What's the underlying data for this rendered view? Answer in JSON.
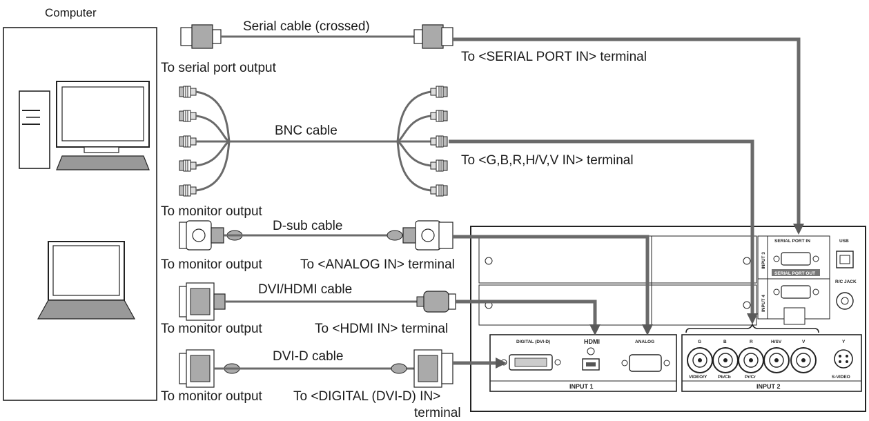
{
  "computer": {
    "title": "Computer"
  },
  "cables": {
    "serial": {
      "name": "Serial cable (crossed)",
      "source": "To serial port output",
      "target": "To <SERIAL PORT IN> terminal"
    },
    "bnc": {
      "name": "BNC cable",
      "source": "To monitor output",
      "target": "To <G,B,R,H/V,V IN> terminal"
    },
    "dsub": {
      "name": "D-sub cable",
      "source": "To monitor output",
      "target": "To <ANALOG IN> terminal"
    },
    "dvihdmi": {
      "name": "DVI/HDMI cable",
      "source": "To monitor output",
      "target": "To <HDMI IN> terminal"
    },
    "dvid": {
      "name": "DVI-D cable",
      "source": "To monitor output",
      "target_line1": "To <DIGITAL (DVI-D) IN>",
      "target_line2": "terminal"
    }
  },
  "panel": {
    "input1": {
      "label": "INPUT 1",
      "digital": "DIGITAL (DVI-D)",
      "hdmi": "HDMI",
      "analog": "ANALOG"
    },
    "input2": {
      "label": "INPUT 2",
      "g": "G",
      "b": "B",
      "r": "R",
      "hv": "H/SV",
      "v": "V",
      "y": "Y",
      "video_y": "VIDEO/Y",
      "pb_cb": "Pb/Cb",
      "pr_cr": "Pr/Cr",
      "svideo": "S-VIDEO"
    },
    "input3": "INPUT 3",
    "input4": "INPUT 4",
    "serial_in": "SERIAL PORT IN",
    "serial_out": "SERIAL PORT OUT",
    "usb": "USB",
    "rc_jack": "R/C JACK"
  },
  "colors": {
    "cable": "#6a6a6a",
    "outline": "#222222"
  }
}
